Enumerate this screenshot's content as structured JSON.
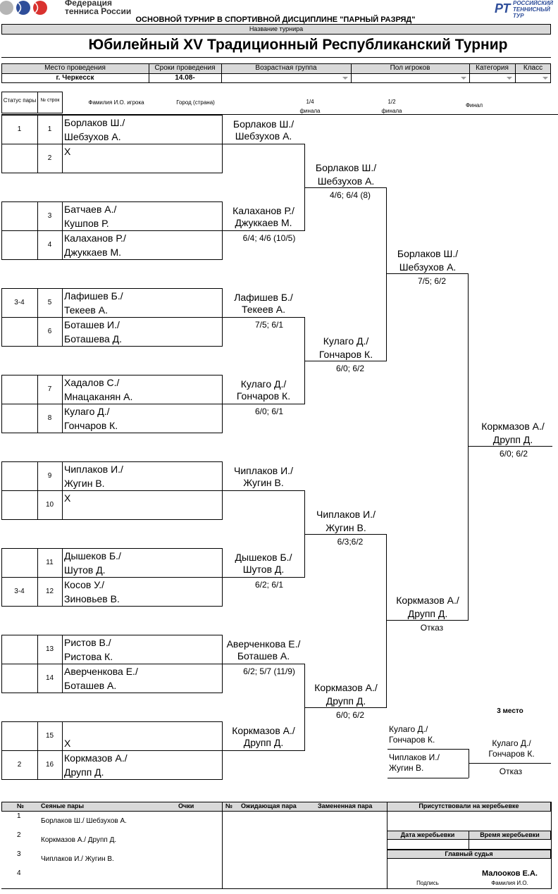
{
  "header": {
    "org_line1": "Федерация",
    "org_line2": "тенниса России",
    "tour_line1": "РОССИЙСКИЙ",
    "tour_line2": "ТЕННИСНЫЙ",
    "tour_line3": "ТУР",
    "tour_logo_letters": "РТ",
    "main_title": "ОСНОВНОЙ ТУРНИР В СПОРТИВНОЙ ДИСЦИПЛИНЕ \"ПАРНЫЙ РАЗРЯД\"",
    "name_label": "Название турнира",
    "tournament_name": "Юбилейный XV Традиционный Республиканский Турнир"
  },
  "info": {
    "venue_label": "Место проведения",
    "dates_label": "Сроки проведения",
    "age_label": "Возрастная группа",
    "gender_label": "Пол игроков",
    "category_label": "Категория",
    "class_label": "Класс",
    "venue": "г. Черкесск",
    "dates": "14.08-"
  },
  "columns": {
    "status": "Статус пары",
    "num": "№ строк",
    "player": "Фамилия И.О. игрока",
    "city": "Город (страна)",
    "qf": "1/4 финала",
    "sf": "1/2 финала",
    "final": "Финал"
  },
  "entries": [
    {
      "n": "1",
      "status": "1",
      "p1": "Борлаков Ш./",
      "p2": "Шебзухов А."
    },
    {
      "n": "2",
      "status": "",
      "p1": "X",
      "p2": ""
    },
    {
      "n": "3",
      "status": "",
      "p1": "Батчаев А./",
      "p2": " Кушпов Р."
    },
    {
      "n": "4",
      "status": "",
      "p1": "Калаханов Р./",
      "p2": "Джуккаев М."
    },
    {
      "n": "5",
      "status": "3-4",
      "p1": "Лафишев Б./",
      "p2": "Текеев А."
    },
    {
      "n": "6",
      "status": "",
      "p1": "Боташев И./",
      "p2": "Боташева Д."
    },
    {
      "n": "7",
      "status": "",
      "p1": "Хадалов С./",
      "p2": "Мнацаканян А."
    },
    {
      "n": "8",
      "status": "",
      "p1": "Кулаго Д./",
      "p2": "Гончаров К."
    },
    {
      "n": "9",
      "status": "",
      "p1": "Чиплаков И./",
      "p2": "Жугин В."
    },
    {
      "n": "10",
      "status": "",
      "p1": "X",
      "p2": ""
    },
    {
      "n": "11",
      "status": "",
      "p1": "Дышеков Б./",
      "p2": "Шутов Д."
    },
    {
      "n": "12",
      "status": "3-4",
      "p1": "Косов У./",
      "p2": "Зиновьев В."
    },
    {
      "n": "13",
      "status": "",
      "p1": "Ристов В./",
      "p2": "Ристова К."
    },
    {
      "n": "14",
      "status": "",
      "p1": "Аверченкова Е./",
      "p2": "Боташев А."
    },
    {
      "n": "15",
      "status": "",
      "p1": "",
      "p2": "X"
    },
    {
      "n": "16",
      "status": "2",
      "p1": "Коркмазов А./",
      "p2": "Друпп Д."
    }
  ],
  "round1": [
    {
      "w1": "Борлаков Ш./",
      "w2": "Шебзухов А.",
      "score": ""
    },
    {
      "w1": "Калаханов Р./",
      "w2": "Джуккаев М.",
      "score": "6/4; 4/6 (10/5)"
    },
    {
      "w1": "Лафишев Б./",
      "w2": "Текеев А.",
      "score": "7/5; 6/1"
    },
    {
      "w1": "Кулаго Д./",
      "w2": "Гончаров К.",
      "score": "6/0; 6/1"
    },
    {
      "w1": "Чиплаков И./",
      "w2": "Жугин В.",
      "score": ""
    },
    {
      "w1": "Дышеков Б./",
      "w2": "Шутов Д.",
      "score": "6/2; 6/1"
    },
    {
      "w1": "Аверченкова Е./",
      "w2": "Боташев А.",
      "score": "6/2; 5/7 (11/9)"
    },
    {
      "w1": "Коркмазов А./",
      "w2": "Друпп Д.",
      "score": ""
    }
  ],
  "round2": [
    {
      "w1": "Борлаков Ш./",
      "w2": "Шебзухов А.",
      "score": "4/6; 6/4 (8)"
    },
    {
      "w1": "Кулаго Д./",
      "w2": "Гончаров К.",
      "score": "6/0; 6/2"
    },
    {
      "w1": "Чиплаков И./",
      "w2": "Жугин В.",
      "score": "6/3;6/2"
    },
    {
      "w1": "Коркмазов А./",
      "w2": "Друпп Д.",
      "score": "6/0; 6/2"
    }
  ],
  "round3": [
    {
      "w1": "Борлаков Ш./",
      "w2": "Шебзухов А.",
      "score": "7/5; 6/2"
    },
    {
      "w1": "Коркмазов А./",
      "w2": "Друпп Д.",
      "score": "Отказ"
    }
  ],
  "final": {
    "w1": "Коркмазов А./",
    "w2": "Друпп Д.",
    "score": "6/0; 6/2"
  },
  "third_place": {
    "label": "3 место",
    "a1": "Кулаго Д./",
    "a2": "Гончаров К.",
    "b1": "Чиплаков И./",
    "b2": "Жугин В.",
    "w1": "Кулаго Д./",
    "w2": "Гончаров К.",
    "score": "Отказ"
  },
  "footer": {
    "num": "№",
    "seeded": "Сеяные пары",
    "points": "Очки",
    "num2": "№",
    "expected": "Ожидающая пара",
    "replaced": "Замененная пара",
    "present": "Присутствовали на жеребьевке",
    "draw_date": "Дата жеребьевки",
    "draw_time": "Время жеребьевки",
    "chief": "Главный судья",
    "signature": "Подпись",
    "fio": "Фамилия И.О.",
    "judge_name": "Малооков Е.А.",
    "seeds": [
      {
        "n": "1",
        "name": "Борлаков Ш./ Шебзухов А."
      },
      {
        "n": "2",
        "name": "Коркмазов А./ Друпп Д."
      },
      {
        "n": "3",
        "name": "Чиплаков И./ Жугин В."
      },
      {
        "n": "4",
        "name": ""
      }
    ]
  },
  "colors": {
    "header_gray": "#d9d9d9",
    "logo_red": "#d9322f",
    "logo_blue": "#2f4e9a",
    "logo_gray": "#b5b5b5"
  }
}
